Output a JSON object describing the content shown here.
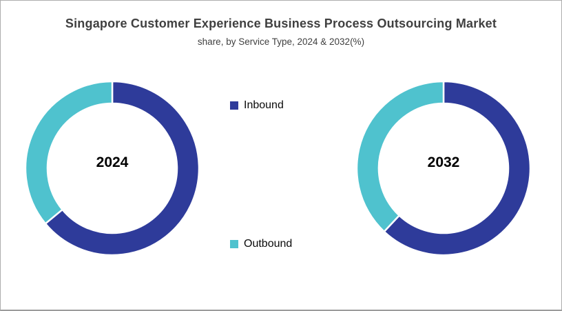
{
  "header": {
    "title": "Singapore Customer Experience Business Process Outsourcing Market",
    "subtitle": "share, by Service Type, 2024 & 2032(%)"
  },
  "legend": {
    "items": [
      {
        "label": "Inbound",
        "color": "#2E3B9A",
        "swatch": "inbound-color-swatch"
      },
      {
        "label": "Outbound",
        "color": "#4FC2CE",
        "swatch": "outbound-color-swatch"
      }
    ],
    "position": "center-between-donuts"
  },
  "chart_data": [
    {
      "type": "pie",
      "subtype": "donut",
      "center_label": "2024",
      "labels": [
        "Inbound",
        "Outbound"
      ],
      "values": [
        64,
        36
      ],
      "colors": [
        "#2E3B9A",
        "#4FC2CE"
      ],
      "start_angle_deg": 0,
      "direction": "clockwise",
      "data_labels_shown": false
    },
    {
      "type": "pie",
      "subtype": "donut",
      "center_label": "2032",
      "labels": [
        "Inbound",
        "Outbound"
      ],
      "values": [
        62,
        38
      ],
      "colors": [
        "#2E3B9A",
        "#4FC2CE"
      ],
      "start_angle_deg": 0,
      "direction": "clockwise",
      "data_labels_shown": false
    }
  ]
}
